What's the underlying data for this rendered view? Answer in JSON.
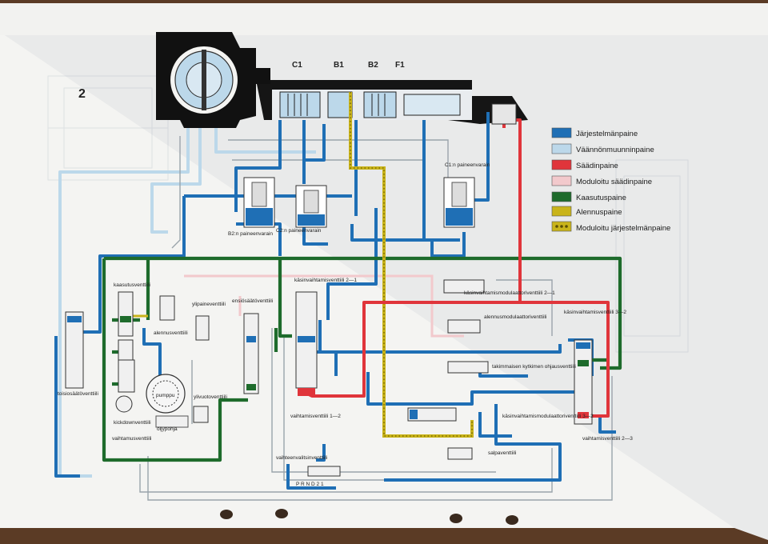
{
  "figure_number": "2",
  "top_labels": [
    "C1",
    "B1",
    "B2",
    "F1"
  ],
  "component_labels": {
    "c1_accumulator": "C1:n paineenvarain",
    "b2_accumulator": "B2:n paineenvarain",
    "c2_accumulator": "C2:n paineenvarain",
    "manual_valve": "käsinvaihtamisventtiili 2—1",
    "modulator_valve_21": "käsinvaihtamis­modulaattoriventtiili 2—1",
    "reducing_mod_valve": "alennusmodulaattoriventtiili",
    "manual_valve_32": "käsinvaihtamis­venttiili 3—2",
    "max_pressure_valve": "ylipaine­venttiili",
    "primary_valve": "ensiösäätö­venttiili",
    "speed_valve": "kaasutus­venttiili",
    "reducing_valve": "alennus­venttiili",
    "secondary_valve": "toisiosäätö­venttiili",
    "pump": "pumppu",
    "overflow_valve": "ylivuoto­venttiili",
    "oil_sump": "öljypohja",
    "kickdown_valve": "kickdown­venttiili",
    "switch_valve": "vaihtamus­venttiili",
    "shift_valve_12": "vaihtamisventtiili 1—2",
    "shift_valve_23": "vaihtamis­venttiili 2—3",
    "lockup_valve": "takimmaisen kytkimen ohjausventtiili",
    "modulator_valve_32": "käsinvaihtamis­modulaattori­venttiili 3—2",
    "check_valve": "salpaventtiili",
    "selector_valve": "vaihteenvalitsin­venttiili",
    "prnd": "P R N D 2 1"
  },
  "legend": [
    {
      "label": "Järjestelmänpaine",
      "color": "#1f6fb5",
      "pattern": "solid"
    },
    {
      "label": "Väännönmuunninpaine",
      "color": "#bcd8ea",
      "pattern": "solid"
    },
    {
      "label": "Säädinpaine",
      "color": "#e0353b",
      "pattern": "solid"
    },
    {
      "label": "Moduloitu säädinpaine",
      "color": "#f2c9cc",
      "pattern": "solid"
    },
    {
      "label": "Kaasutuspaine",
      "color": "#1e6b2c",
      "pattern": "solid"
    },
    {
      "label": "Alennuspaine",
      "color": "#c9b41a",
      "pattern": "solid"
    },
    {
      "label": "Moduloitu järjestelmänpaine",
      "color": "#c9b41a",
      "pattern": "dotted"
    }
  ]
}
